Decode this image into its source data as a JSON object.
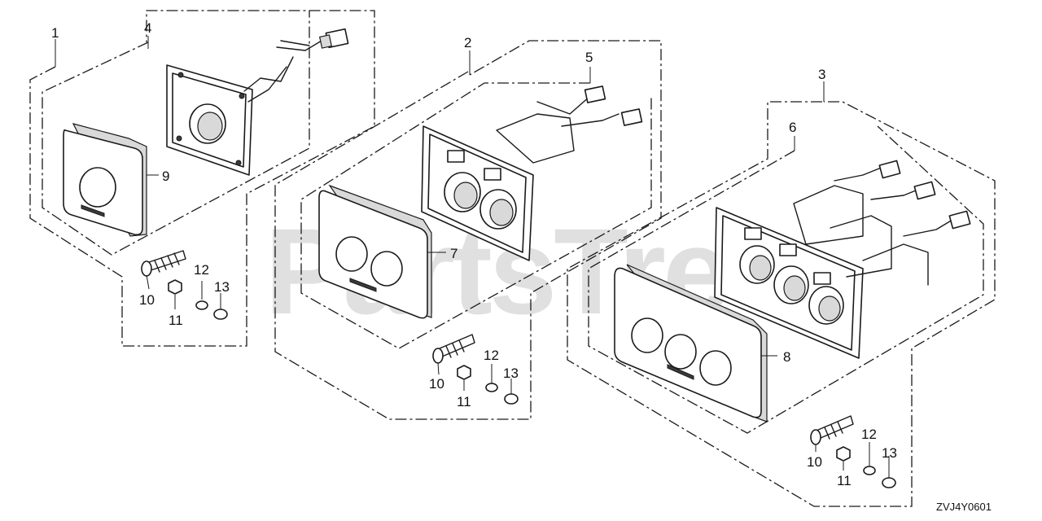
{
  "diagram": {
    "drawing_code": "ZVJ4Y0601",
    "watermark": "PartsTree",
    "callouts": {
      "c1": "1",
      "c4": "4",
      "c9": "9",
      "c10a": "10",
      "c11a": "11",
      "c12a": "12",
      "c13a": "13",
      "c2": "2",
      "c5": "5",
      "c7": "7",
      "c10b": "10",
      "c11b": "11",
      "c12b": "12",
      "c13b": "13",
      "c3": "3",
      "c6": "6",
      "c8": "8",
      "c10c": "10",
      "c11c": "11",
      "c12c": "12",
      "c13c": "13"
    }
  }
}
